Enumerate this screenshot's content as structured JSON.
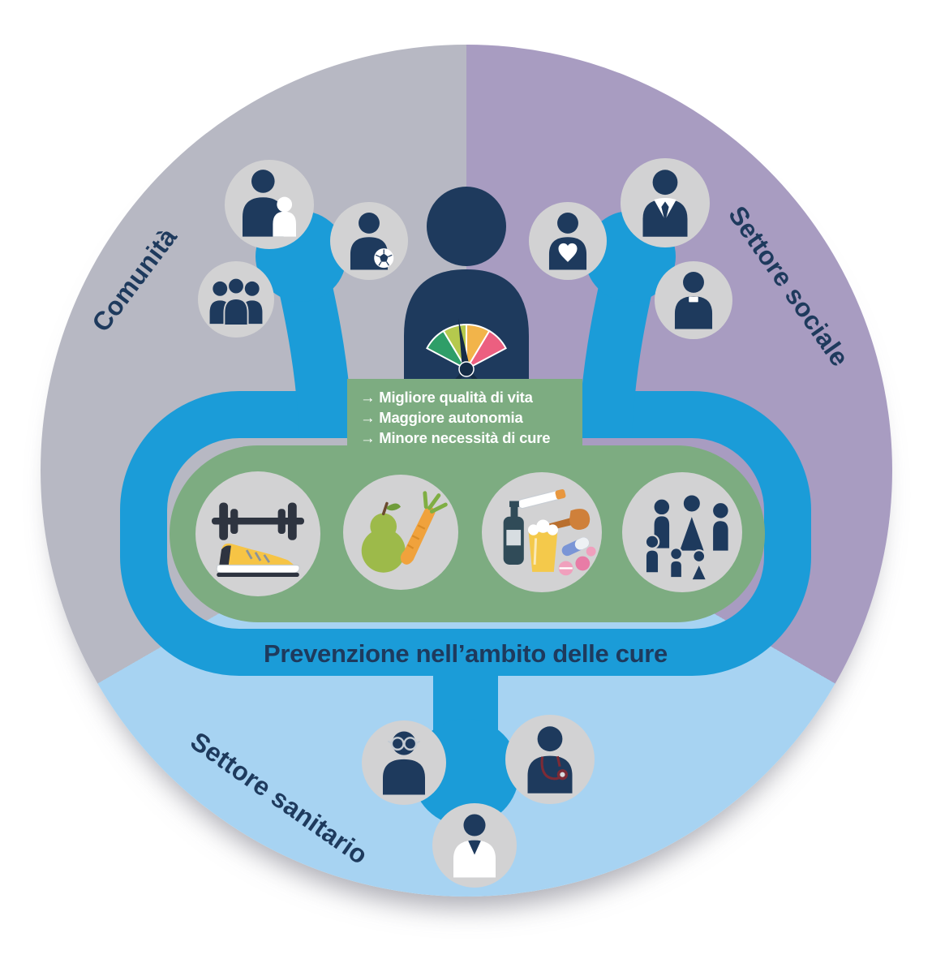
{
  "sectors": {
    "community": {
      "label": "Comunità"
    },
    "social": {
      "label": "Settore sociale"
    },
    "health": {
      "label": "Settore sanitario"
    }
  },
  "center_figure": {
    "icon": "person-with-health-gauge-icon"
  },
  "outcomes": {
    "items": [
      "→ Migliore qualità di vita",
      "→ Maggiore autonomia",
      "→ Minore necessità di cure"
    ]
  },
  "banner": {
    "label": "Prevenzione nell’ambito delle cure"
  },
  "clusters": {
    "community": {
      "icons": [
        "parent-with-child-icon",
        "person-with-football-icon",
        "group-of-people-icon"
      ]
    },
    "social": {
      "icons": [
        "person-with-heart-icon",
        "person-with-suit-icon",
        "clergy-person-icon"
      ]
    },
    "health": {
      "icons": [
        "person-with-glasses-icon",
        "doctor-with-stethoscope-icon",
        "pharmacist-icon"
      ]
    }
  },
  "interventions": {
    "icons": [
      "physical-activity-icon",
      "healthy-nutrition-icon",
      "substance-use-icon",
      "social-contacts-icon"
    ]
  },
  "colors": {
    "navy": "#1e3a5d",
    "blue": "#1b9cd8",
    "green": "#7dac81",
    "sector-community": "#b7b8c3",
    "sector-social": "#a89cc1",
    "sector-health": "#a7d3f2",
    "node-gray": "#d2d2d3"
  }
}
